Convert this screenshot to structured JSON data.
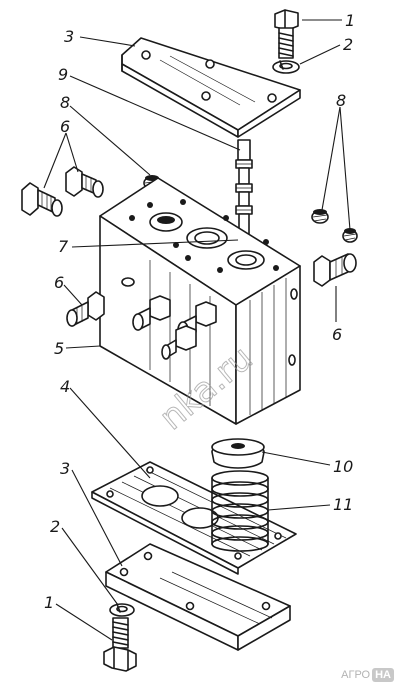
{
  "callouts": [
    "1",
    "2",
    "3",
    "9",
    "8",
    "6",
    "8",
    "7",
    "6",
    "6",
    "5",
    "4",
    "10",
    "3",
    "11",
    "2",
    "1"
  ],
  "watermark": "nka.ru",
  "logo": {
    "left": "АГРО",
    "right": "НА"
  },
  "colors": {
    "ink": "#1a1a1a",
    "paper": "#ffffff",
    "watermark": "#9a9a9a",
    "logo": "#c8c8c8"
  }
}
